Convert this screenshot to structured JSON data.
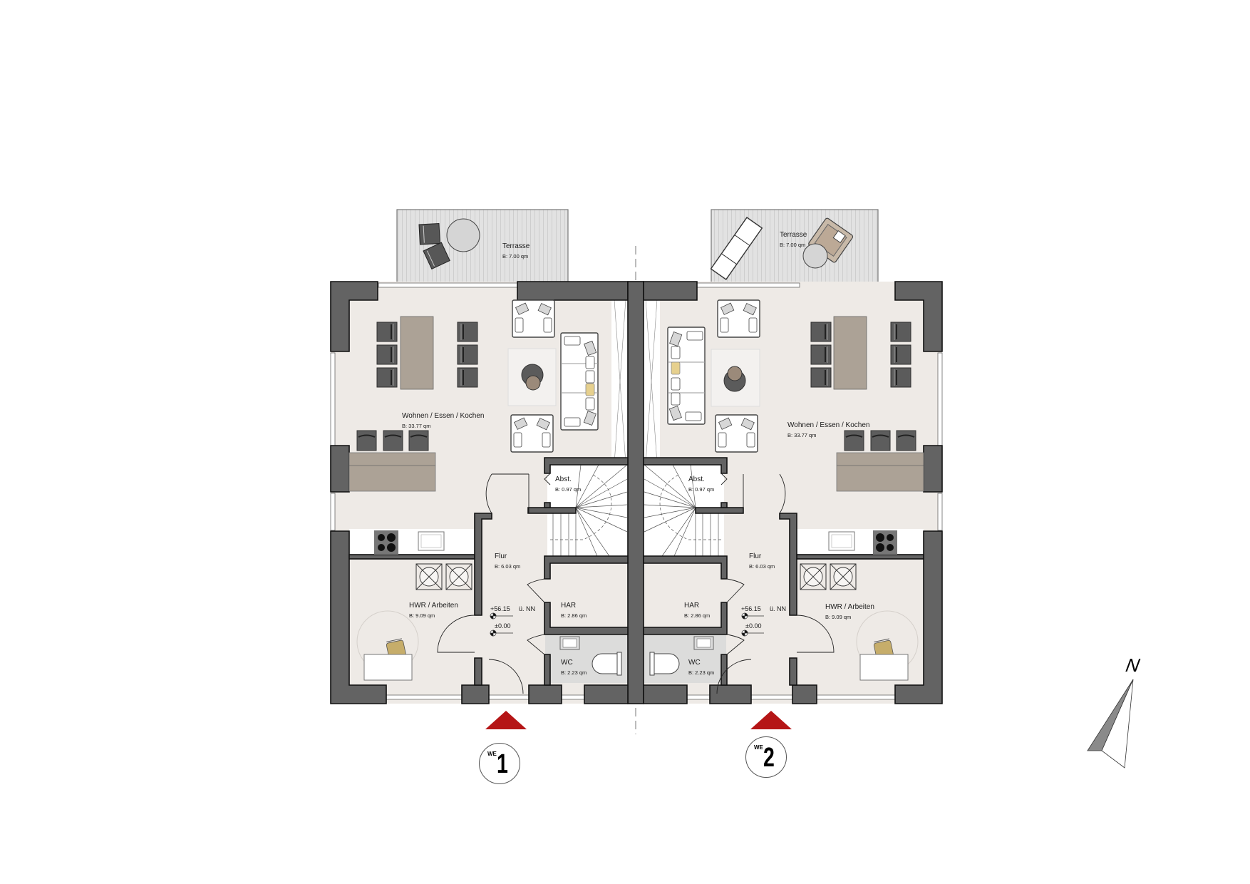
{
  "colors": {
    "wall": "#636363",
    "floor": "#eeeae6",
    "floor_gray": "#dfdedd",
    "terrace": "#dedede",
    "furniture_dark": "#5b5b5b",
    "table": "#aca296",
    "entry_arrow": "#b51516",
    "accent_cushion": "#e6d08e",
    "desk_chair": "#c6ad6a"
  },
  "units": [
    {
      "id": "WE1",
      "badge": {
        "prefix": "WE",
        "number": "1"
      },
      "rooms": {
        "terrace": {
          "name": "Terrasse",
          "area": "B: 7.00 qm"
        },
        "living": {
          "name": "Wohnen / Essen / Kochen",
          "area": "B: 33.77 qm"
        },
        "storage": {
          "name": "Abst.",
          "area": "B: 0.97 qm"
        },
        "hall": {
          "name": "Flur",
          "area": "B: 6.03 qm"
        },
        "utility": {
          "name": "HWR / Arbeiten",
          "area": "B: 9.09 qm"
        },
        "har": {
          "name": "HAR",
          "area": "B: 2.86 qm"
        },
        "wc": {
          "name": "WC",
          "area": "B: 2.23 qm"
        }
      },
      "elevations": {
        "absolute": "+56.15",
        "absolute_suffix": "ü. NN",
        "relative": "±0.00"
      }
    },
    {
      "id": "WE2",
      "badge": {
        "prefix": "WE",
        "number": "2"
      },
      "rooms": {
        "terrace": {
          "name": "Terrasse",
          "area": "B: 7.00 qm"
        },
        "living": {
          "name": "Wohnen / Essen / Kochen",
          "area": "B: 33.77 qm"
        },
        "storage": {
          "name": "Abst.",
          "area": "B: 0.97 qm"
        },
        "hall": {
          "name": "Flur",
          "area": "B: 6.03 qm"
        },
        "utility": {
          "name": "HWR / Arbeiten",
          "area": "B: 9.09 qm"
        },
        "har": {
          "name": "HAR",
          "area": "B: 2.86 qm"
        },
        "wc": {
          "name": "WC",
          "area": "B: 2.23 qm"
        }
      },
      "elevations": {
        "absolute": "+56.15",
        "absolute_suffix": "ü. NN",
        "relative": "±0.00"
      }
    }
  ],
  "compass": {
    "label": "N"
  }
}
